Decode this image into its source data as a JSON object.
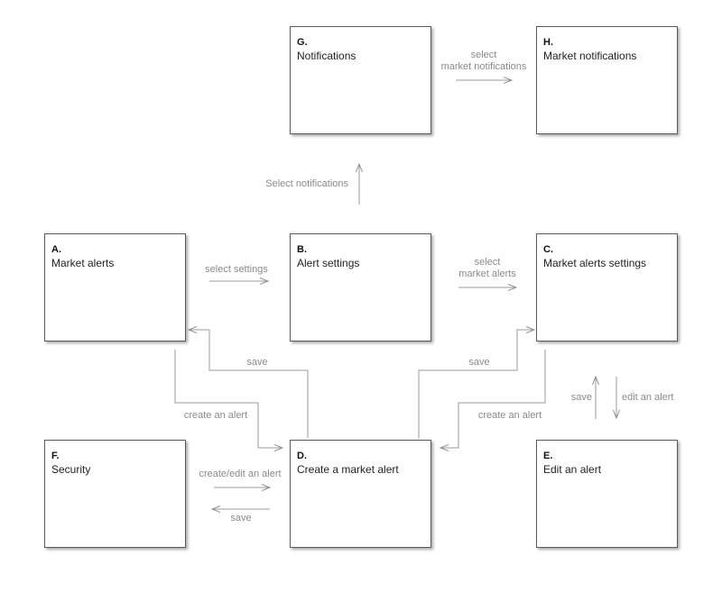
{
  "screens": {
    "A": {
      "letter": "A.",
      "title": "Market alerts"
    },
    "B": {
      "letter": "B.",
      "title": "Alert settings"
    },
    "C": {
      "letter": "C.",
      "title": "Market alerts settings"
    },
    "D": {
      "letter": "D.",
      "title": "Create a market alert"
    },
    "E": {
      "letter": "E.",
      "title": "Edit an alert"
    },
    "F": {
      "letter": "F.",
      "title": "Security"
    },
    "G": {
      "letter": "G.",
      "title": "Notifications"
    },
    "H": {
      "letter": "H.",
      "title": "Market notifications"
    }
  },
  "transitions": {
    "g_to_h": [
      "select",
      "market notifications"
    ],
    "b_to_g": "Select notifications",
    "a_to_b": "select settings",
    "b_to_c": [
      "select",
      "market alerts"
    ],
    "d_to_a_save": "save",
    "d_to_c_save": "save",
    "a_to_d": "create an alert",
    "c_to_d": "create an alert",
    "e_to_c_save": "save",
    "c_to_e": "edit an alert",
    "f_to_d": "create/edit an alert",
    "d_to_f_save": "save"
  },
  "colors": {
    "arrow": "#9a9a9a",
    "label": "#8a8a8a",
    "border": "#5a5a5a"
  }
}
